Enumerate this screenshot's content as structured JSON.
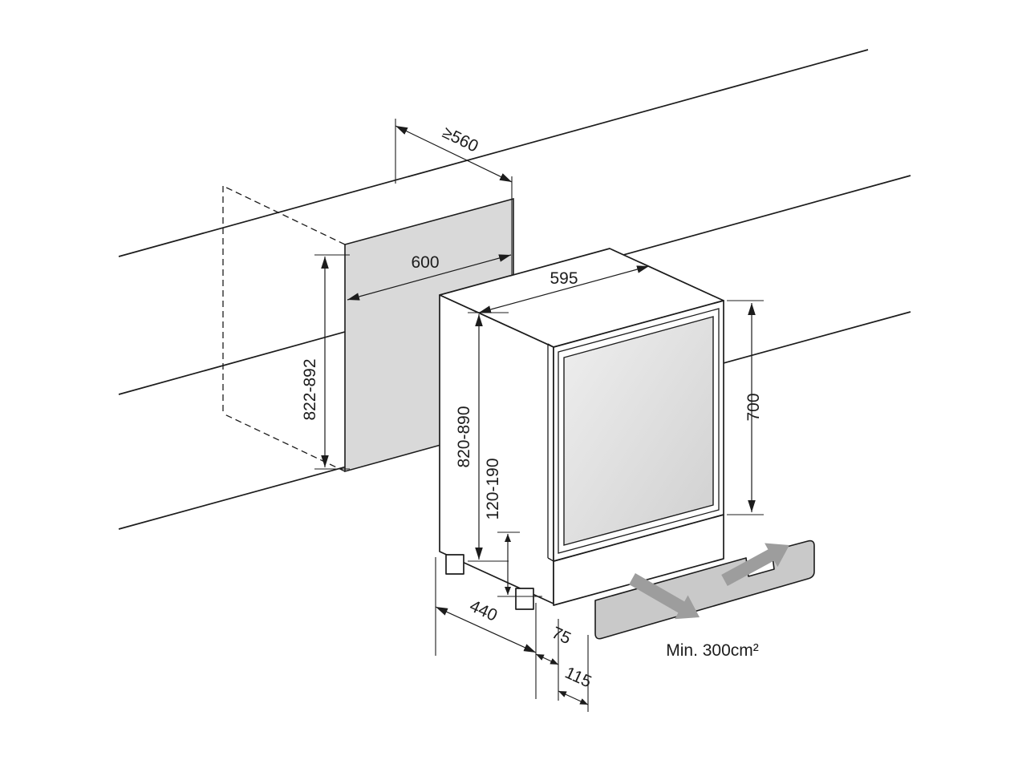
{
  "diagram": {
    "type": "built-in-appliance-installation-dimensions",
    "dims": {
      "niche_depth": "≥560",
      "niche_width": "600",
      "niche_height": "822-892",
      "appliance_width": "595",
      "appliance_height": "820-890",
      "plinth_height": "120-190",
      "door_height": "700",
      "base_depth": "440",
      "door_clearance": "75",
      "plinth_setback": "115",
      "vent_area": "Min. 300cm²"
    },
    "colors": {
      "line": "#1c1c1c",
      "niche_fill": "#d9d9d9",
      "grille_fill": "#c9c9c9",
      "arrow_fill": "#9d9d9d",
      "background": "#ffffff"
    }
  }
}
